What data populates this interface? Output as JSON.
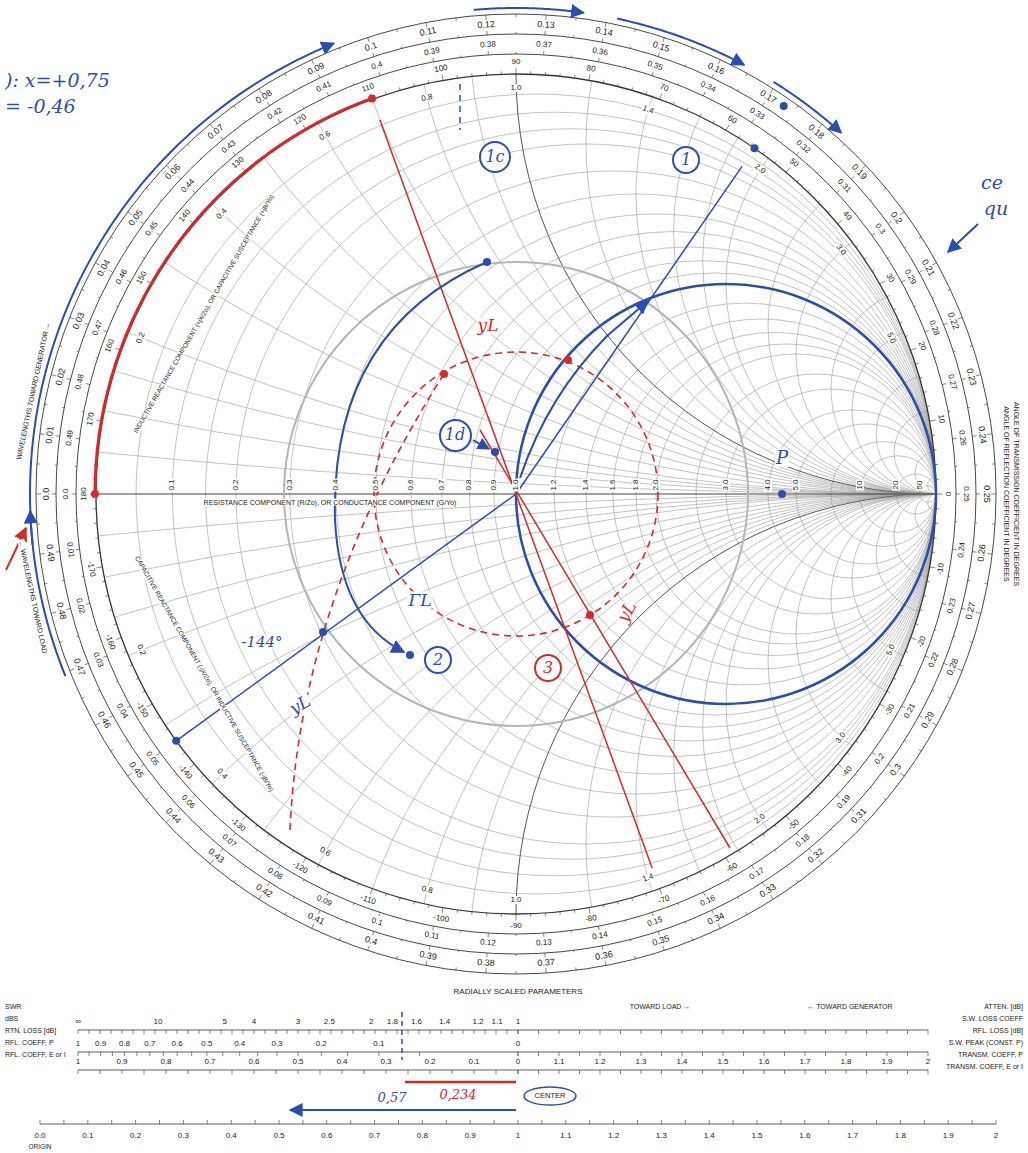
{
  "diagram": {
    "nodes": [
      {
        "text": [
          "1c"
        ]
      },
      {
        "text": [
          "1"
        ]
      },
      {
        "text": [
          "1d"
        ]
      },
      {
        "text": [
          "2"
        ]
      },
      {
        "text": [
          "3"
        ]
      }
    ],
    "labels": [
      "): x=+0,75",
      "= -0,46",
      "ce",
      "qu",
      "yL",
      "ΓL",
      "yL",
      "yL",
      "P",
      "-144°",
      "0,234",
      "0,57",
      "CENTER",
      "ORIGIN",
      "RESISTANCE COMPONENT (R/Zo), OR CONDUCTANCE COMPONENT (G/Yo)",
      "RADIALLY SCALED PARAMETERS",
      "TOWARD LOAD →",
      "← TOWARD GENERATOR",
      "WAVELENGTHS TOWARD GENERATOR →",
      "← WAVELENGTHS TOWARD LOAD",
      "INDUCTIVE REACTANCE COMPONENT (+jX/Zo), OR CAPACITIVE SUSCEPTANCE (+jB/Yo)",
      "CAPACITIVE REACTANCE COMPONENT (-jX/Zo), OR INDUCTIVE SUSCEPTANCE (-jB/Yo)",
      "ANGLE OF REFLECTION COEFFICIENT IN DEGREES",
      "ANGLE OF TRANSMISSION COEFFICIENT IN DEGREES",
      "SWR",
      "dBS",
      "RTN. LOSS [dB]",
      "RFL. COEFF, P",
      "RFL. COEFF, E or I",
      "ATTEN. [dB]",
      "S.W. LOSS COEFF",
      "RFL. LOSS [dB]",
      "S.W. PEAK (CONST. P)",
      "TRANSM. COEFF, P",
      "TRANSM. COEFF, E or I",
      "0.0",
      "0.01",
      "0.02",
      "0.03",
      "0.04",
      "0.05",
      "0.06",
      "0.07",
      "0.08",
      "0.09",
      "0.1",
      "0.11",
      "0.12",
      "0.13",
      "0.14",
      "0.15",
      "0.16",
      "0.17",
      "0.18",
      "0.19",
      "0.2",
      "0.21",
      "0.22",
      "0.23",
      "0.24",
      "0.25",
      "0.26",
      "0.27",
      "0.28",
      "0.29",
      "0.3",
      "0.31",
      "0.32",
      "0.33",
      "0.34",
      "0.35",
      "0.36",
      "0.37",
      "0.38",
      "0.39",
      "0.4",
      "0.41",
      "0.42",
      "0.43",
      "0.44",
      "0.45",
      "0.46",
      "0.47",
      "0.48",
      "0.49",
      "0.0",
      "0.01",
      "0.02",
      "0.03",
      "0.04",
      "0.05",
      "0.06",
      "0.07",
      "0.08",
      "0.09",
      "0.1",
      "0.11",
      "0.12",
      "0.13",
      "0.14",
      "0.15",
      "0.16",
      "0.17",
      "0.18",
      "0.19",
      "0.2",
      "0.21",
      "0.22",
      "0.23",
      "0.24",
      "0.25",
      "0.26",
      "0.27",
      "0.28",
      "0.29",
      "0.3",
      "0.31",
      "0.32",
      "0.33",
      "0.34",
      "0.35",
      "0.36",
      "0.37",
      "0.38",
      "0.39",
      "0.4",
      "0.41",
      "0.42",
      "0.43",
      "0.44",
      "0.45",
      "0.46",
      "0.47",
      "0.48",
      "0.49",
      "0",
      "10",
      "20",
      "30",
      "40",
      "50",
      "60",
      "70",
      "80",
      "90",
      "100",
      "110",
      "120",
      "130",
      "140",
      "150",
      "160",
      "170",
      "180",
      "-10",
      "-20",
      "-30",
      "-40",
      "-50",
      "-60",
      "-70",
      "-80",
      "-90",
      "-100",
      "-110",
      "-120",
      "-130",
      "-140",
      "-150",
      "-160",
      "-170",
      "0.1",
      "0.2",
      "0.3",
      "0.4",
      "0.5",
      "0.6",
      "0.7",
      "0.8",
      "0.9",
      "1.0",
      "1.2",
      "1.4",
      "1.6",
      "1.8",
      "2.0",
      "3.0",
      "4.0",
      "5.0",
      "10",
      "20",
      "50",
      "0.2",
      "0.4",
      "0.6",
      "0.8",
      "1.0",
      "1.4",
      "2.0",
      "3.0",
      "5.0",
      "0.2",
      "0.4",
      "0.6",
      "0.8",
      "1.0",
      "1.4",
      "2.0",
      "3.0",
      "5.0",
      "∞",
      "10",
      "5",
      "4",
      "3",
      "2.5",
      "2",
      "1.8",
      "1.6",
      "1.4",
      "1.2",
      "1.1",
      "1",
      "1",
      "0.9",
      "0.8",
      "0.7",
      "0.6",
      "0.5",
      "0.4",
      "0.3",
      "0.2",
      "0.1",
      "0",
      "1",
      "0.9",
      "0.8",
      "0.7",
      "0.6",
      "0.5",
      "0.4",
      "0.3",
      "0.2",
      "0.1",
      "0",
      "0.0",
      "0.1",
      "0.2",
      "0.3",
      "0.4",
      "0.5",
      "0.6",
      "0.7",
      "0.8",
      "0.9",
      "1",
      "1.1",
      "1.2",
      "1.3",
      "1.4",
      "1.5",
      "1.6",
      "1.7",
      "1.8",
      "1.9",
      "2",
      "1.1",
      "1.2",
      "1.3",
      "1.4",
      "1.5",
      "1.6",
      "1.7",
      "1.8",
      "1.9",
      "2"
    ]
  }
}
